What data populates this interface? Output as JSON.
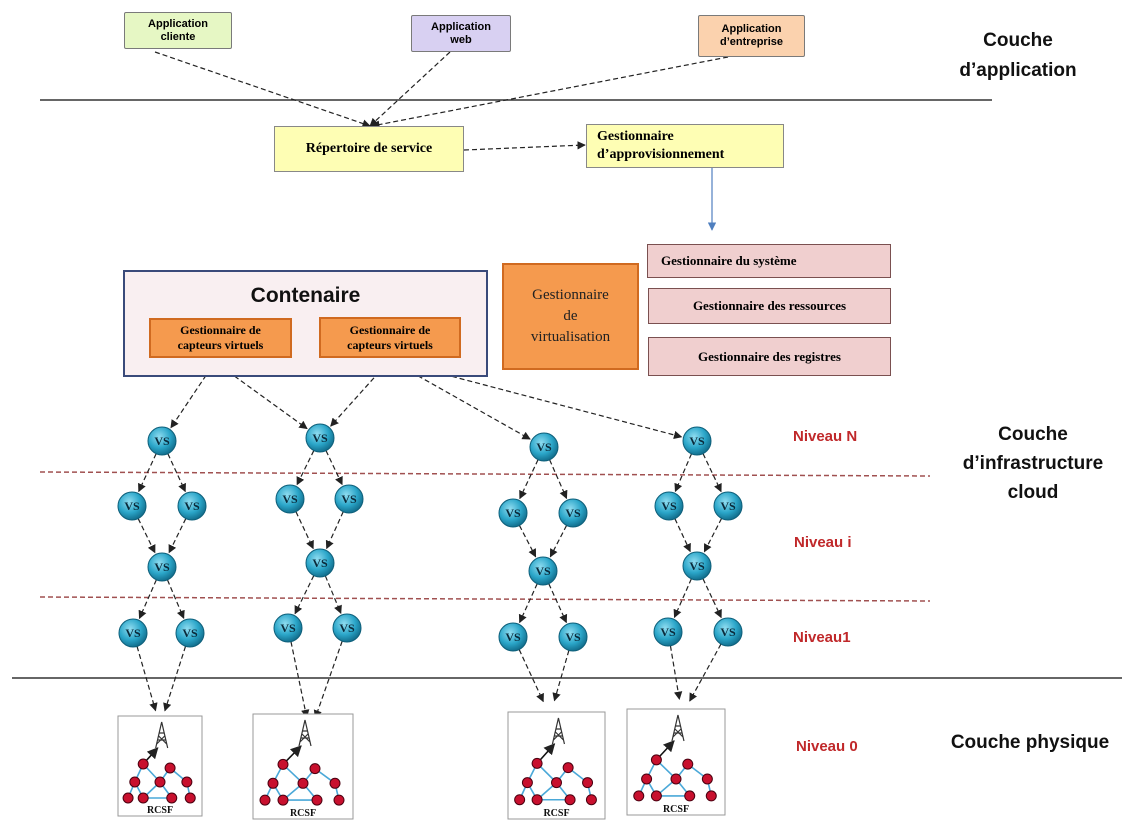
{
  "apps": {
    "client": "Application\ncliente",
    "web": "Application\nweb",
    "enterprise": "Application\nd’entreprise"
  },
  "layers": {
    "application": "Couche\nd’application",
    "infrastructure": "Couche\nd’infrastructure\ncloud",
    "physical": "Couche physique"
  },
  "service_directory": "Répertoire de service",
  "provisioning_manager": "Gestionnaire\nd’approvisionnement",
  "container": {
    "title": "Contenaire",
    "manager_1": "Gestionnaire de\ncapteurs virtuels",
    "manager_2": "Gestionnaire de\ncapteurs virtuels"
  },
  "virtualization_manager": "Gestionnaire\nde\nvirtualisation",
  "system_manager": "Gestionnaire du système",
  "resource_manager": "Gestionnaire des ressources",
  "registry_manager": "Gestionnaire des registres",
  "levels": {
    "n": "Niveau N",
    "i": "Niveau i",
    "one": "Niveau1",
    "zero": "Niveau 0"
  },
  "vs_label": "VS",
  "rcsf_label": "RCSF",
  "colors": {
    "client": "#e6f7c4",
    "web": "#d8d0f2",
    "enterprise": "#fbd2ae",
    "yellow": "#fefeb4",
    "orange": "#f59a4e",
    "pink": "#f0cfcf",
    "container_bg": "#f9eff1",
    "container_border": "#3a4a7a",
    "vs": "#2ba6c9",
    "level": "#c0282a",
    "node": "#c8102e"
  }
}
